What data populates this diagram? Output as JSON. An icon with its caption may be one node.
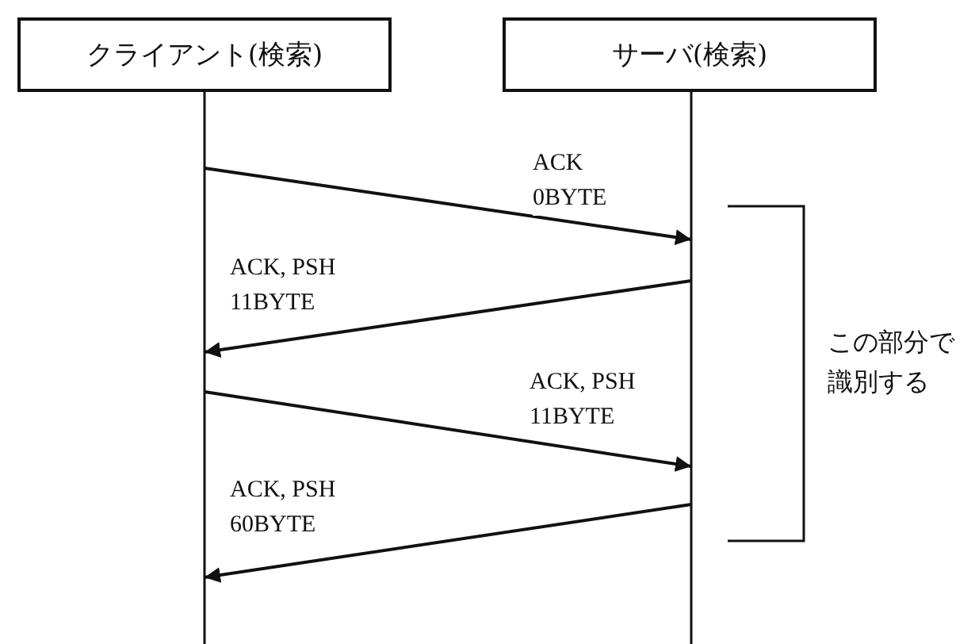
{
  "diagram": {
    "nodes": [
      {
        "text": [
          "クライアント(検索)"
        ]
      },
      {
        "text": [
          "サーバ(検索)"
        ]
      }
    ],
    "edges": [
      {
        "from": 0,
        "to": 1,
        "arrow": "to",
        "label": "ACK 0BYTE"
      },
      {
        "from": 1,
        "to": 0,
        "arrow": "to",
        "label": "ACK, PSH 11BYTE"
      },
      {
        "from": 0,
        "to": 1,
        "arrow": "to",
        "label": "ACK, PSH 11BYTE"
      },
      {
        "from": 1,
        "to": 0,
        "arrow": "to",
        "label": "ACK, PSH 60BYTE"
      }
    ],
    "labels": [
      "この部分で識別する"
    ]
  }
}
